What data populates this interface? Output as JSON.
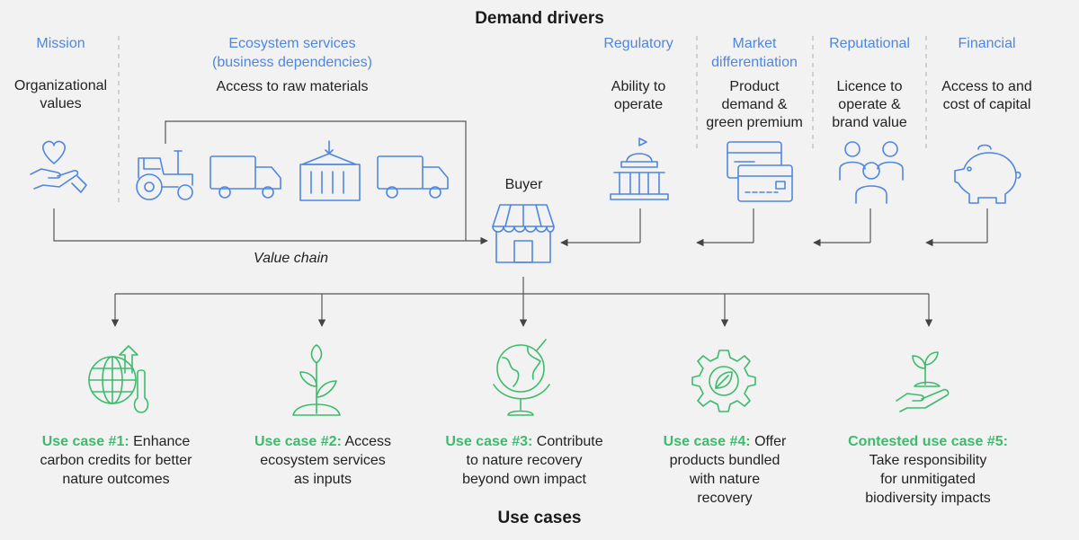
{
  "header": {
    "title": "Demand drivers"
  },
  "drivers": [
    {
      "label": "Mission",
      "desc": "Organizational\nvalues"
    },
    {
      "label": "Ecosystem services\n(business dependencies)",
      "desc": "Access to raw materials"
    },
    {
      "label": "Regulatory",
      "desc": "Ability to\noperate"
    },
    {
      "label": "Market\ndifferentiation",
      "desc": "Product\ndemand &\ngreen premium"
    },
    {
      "label": "Reputational",
      "desc": "Licence to\noperate &\nbrand value"
    },
    {
      "label": "Financial",
      "desc": "Access to and\ncost of capital"
    }
  ],
  "buyer_label": "Buyer",
  "value_chain_label": "Value chain",
  "use_cases": [
    {
      "tag": "Use case #1:",
      "text": " Enhance\ncarbon credits for better\nnature outcomes"
    },
    {
      "tag": "Use case #2:",
      "text": " Access\necosystem services\nas inputs"
    },
    {
      "tag": "Use case #3:",
      "text": " Contribute\nto nature recovery\nbeyond own impact"
    },
    {
      "tag": "Use case #4:",
      "text": " Offer\nproducts bundled\nwith nature\nrecovery"
    },
    {
      "tag": "Contested use case #5:",
      "text": "\nTake responsibility\nfor unmitigated\nbiodiversity impacts"
    }
  ],
  "footer": {
    "title": "Use cases"
  },
  "colors": {
    "driver_blue": "#4f86e0",
    "usecase_green": "#3dbb6c",
    "line": "#555555",
    "background": "#f2f2f2"
  },
  "icons": [
    "heart-hand-icon",
    "tractor-icon",
    "truck-icon",
    "container-icon",
    "truck-icon",
    "storefront-icon",
    "government-building-icon",
    "credit-cards-icon",
    "people-group-icon",
    "piggy-bank-icon",
    "globe-thermometer-icon",
    "sprout-icon",
    "globe-stand-icon",
    "gear-leaf-icon",
    "hand-sprout-icon"
  ]
}
